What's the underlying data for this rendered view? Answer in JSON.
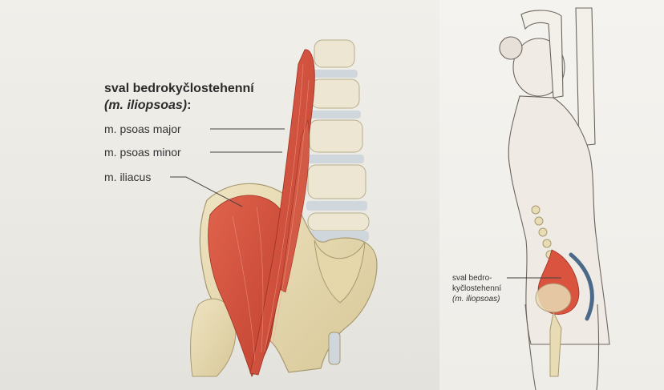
{
  "left_figure": {
    "heading": "sval bedrokyčlostehenní",
    "heading_latin": "(m. iliopsoas)",
    "heading_colon": ":",
    "labels": {
      "psoas_major": "m. psoas major",
      "psoas_minor": "m. psoas minor",
      "iliacus": "m. iliacus"
    }
  },
  "right_figure": {
    "label_line1": "sval bedro-",
    "label_line2": "kyčlostehenní",
    "label_line3": "(m. iliopsoas)"
  },
  "colors": {
    "muscle": "#d9533f",
    "bone": "#e8dcb5",
    "disc": "#cfd6dc",
    "stretch_arrow": "#4b6a8a"
  }
}
